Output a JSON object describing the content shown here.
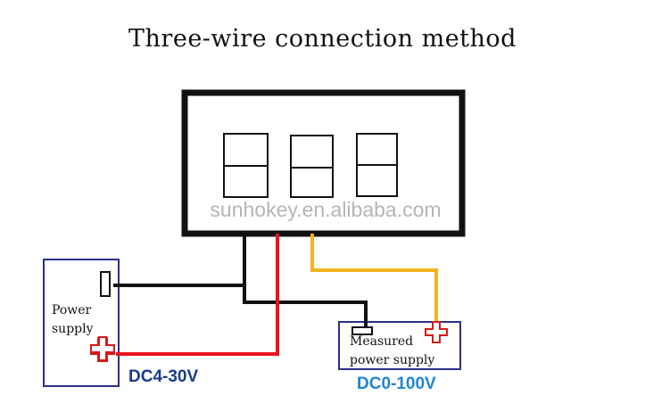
{
  "title": "Three-wire connection method",
  "watermark": "sunhokey.en.alibaba.com",
  "display": {
    "digits": [
      "8",
      "8",
      "8"
    ]
  },
  "power_supply": {
    "label_line1": "Power",
    "label_line2": "supply",
    "voltage": "DC4-30V",
    "voltage_color": "#1a3a8c"
  },
  "measured_supply": {
    "label_line1": "Measured",
    "label_line2": "power supply",
    "voltage": "DC0-100V",
    "voltage_color": "#1e86d2"
  },
  "wires": [
    {
      "name": "black-wire",
      "color": "#111111"
    },
    {
      "name": "red-wire",
      "color": "#e8141c"
    },
    {
      "name": "yellow-wire",
      "color": "#f2b322"
    }
  ],
  "colors": {
    "box_border": "#2b2f8c",
    "plus_outline": "#d61a1a",
    "meter_border": "#111111"
  },
  "icons": [
    "minus-terminal-icon",
    "plus-terminal-icon"
  ]
}
